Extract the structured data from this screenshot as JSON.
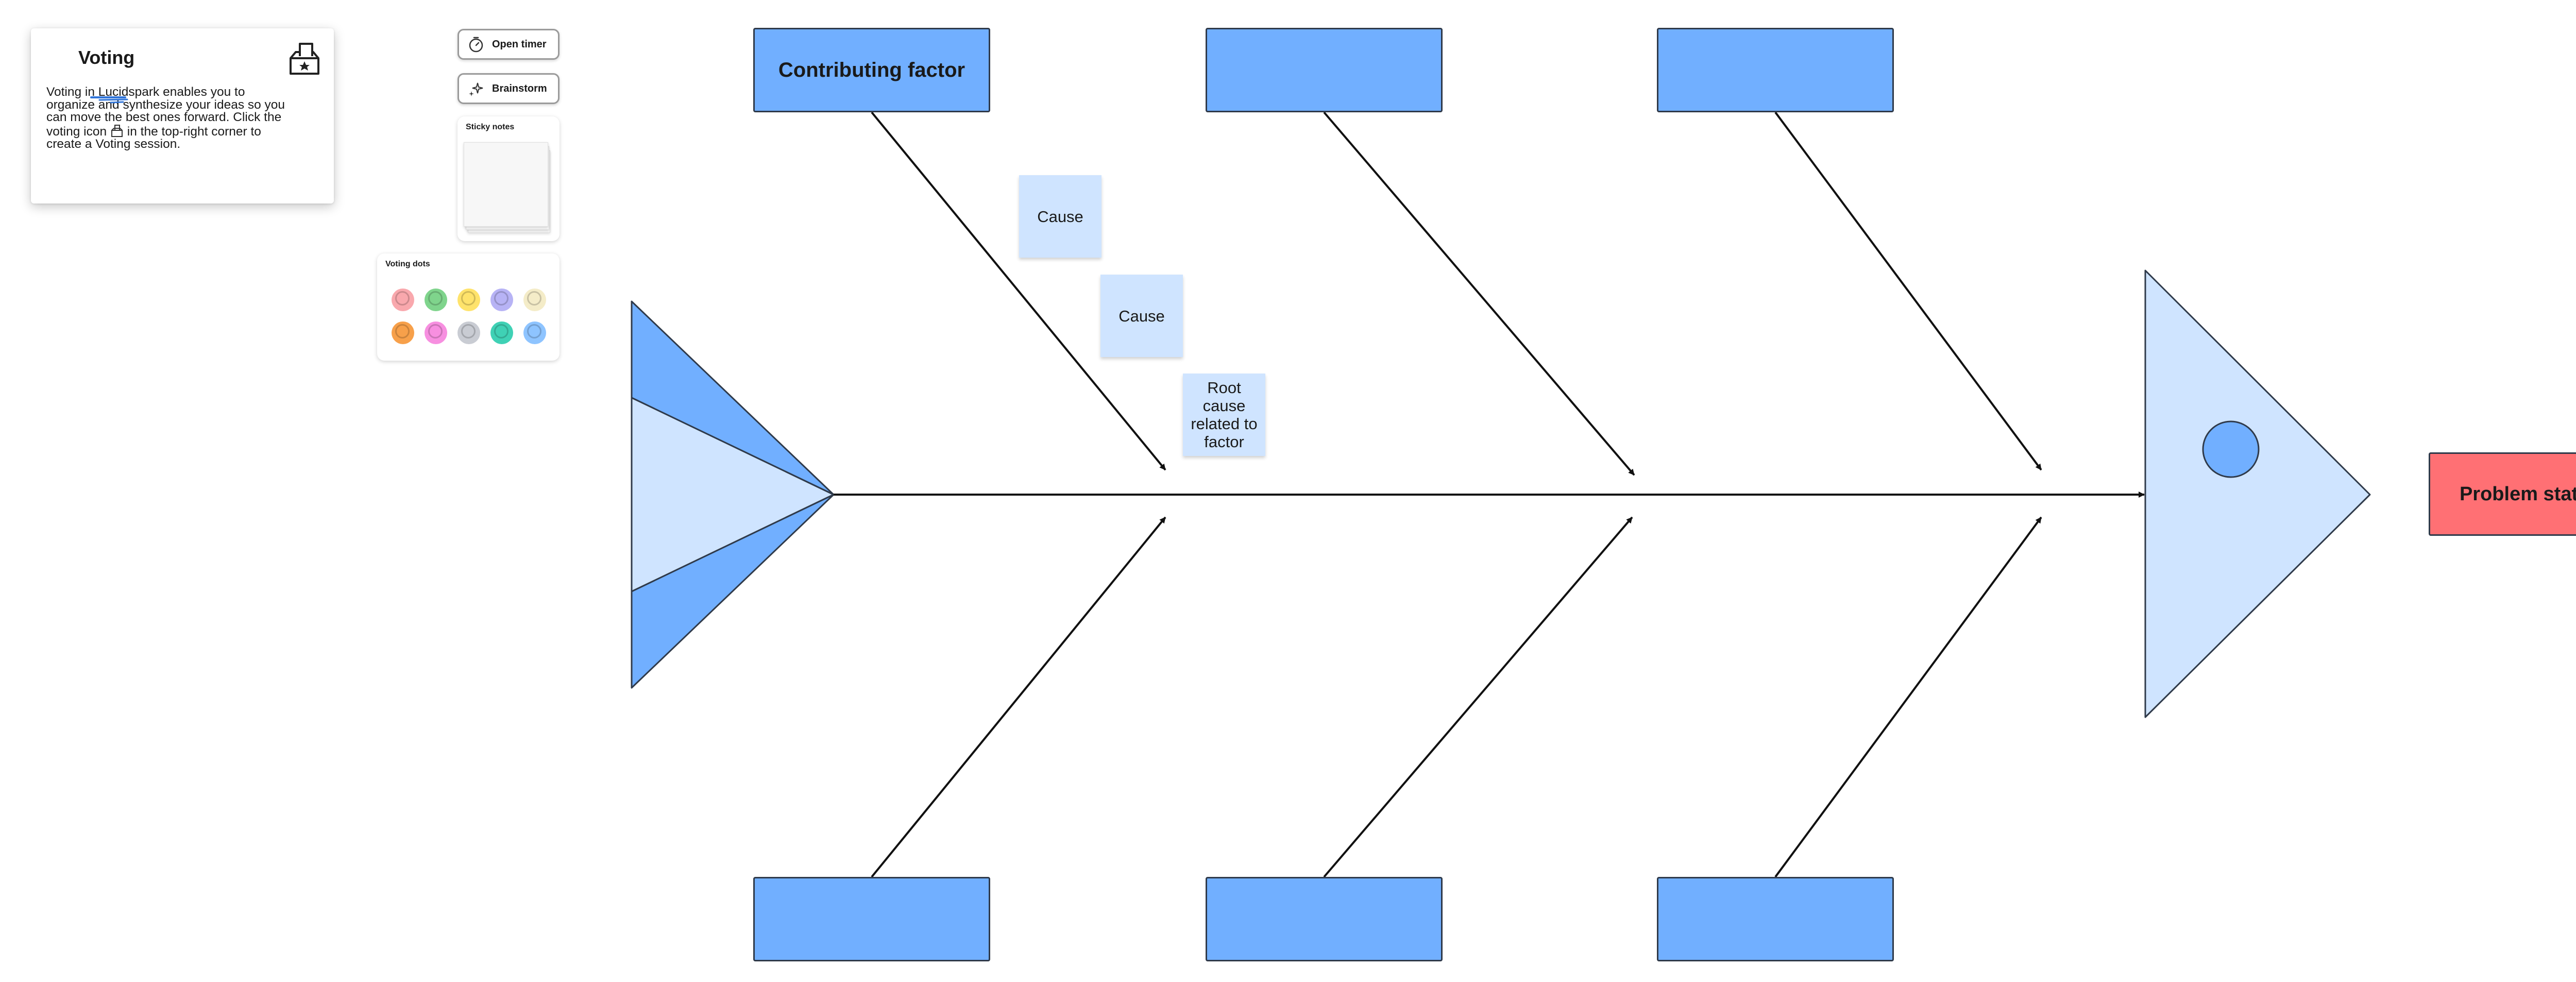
{
  "voting_card": {
    "title": "Voting",
    "body_part1": "Voting in Lucidspark enables you to organize and synthesize your ideas so you can move the best ones forward. Click the voting icon",
    "body_part2": "in the top-right corner to create a Voting session.",
    "icon": "ballot-box-icon"
  },
  "toolbar": {
    "open_timer_label": "Open timer",
    "open_timer_icon": "timer-icon",
    "brainstorm_label": "Brainstorm",
    "brainstorm_icon": "sparkle-icon"
  },
  "sticky_panel": {
    "title": "Sticky notes"
  },
  "voting_dots_panel": {
    "title": "Voting dots",
    "colors": [
      "#f9a8ad",
      "#7fd48c",
      "#ffe36b",
      "#b7b3f5",
      "#f4ecc8",
      "#f7a04a",
      "#f78fe0",
      "#c9ccd3",
      "#3fd1b5",
      "#8ec4ff"
    ]
  },
  "diagram": {
    "top_factors": [
      "Contributing factor",
      "",
      ""
    ],
    "bottom_factors": [
      "",
      "",
      ""
    ],
    "causes": [
      "Cause",
      "Cause",
      "Root cause related to factor"
    ],
    "problem_statement": "Problem statement",
    "colors": {
      "factor_box": "#71afff",
      "problem_box": "#ff7074",
      "sticky_note": "#cfe4ff",
      "fish_light": "#cfe4ff",
      "fish_dark": "#71afff"
    }
  }
}
